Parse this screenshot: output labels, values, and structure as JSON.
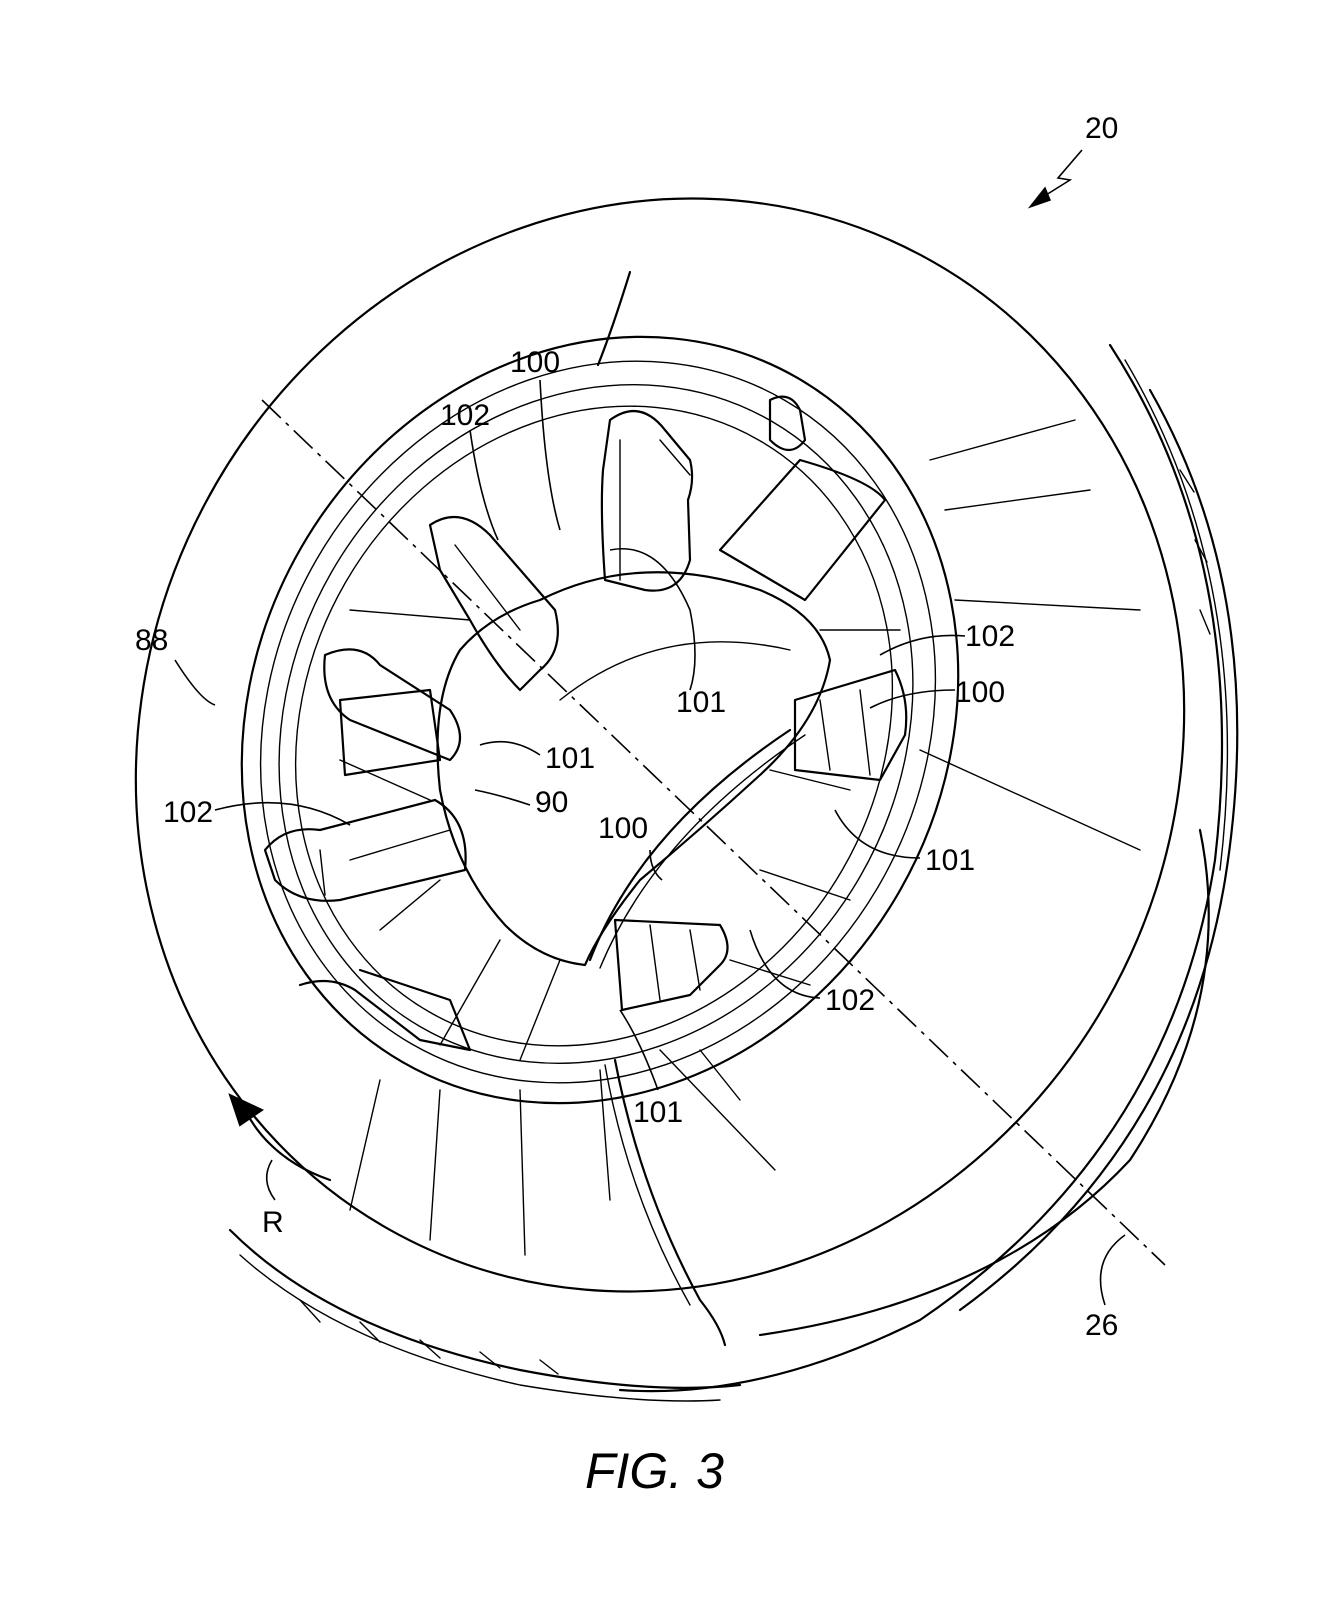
{
  "figure": {
    "caption": "FIG. 3"
  },
  "labels": {
    "assembly": "20",
    "flange": "88",
    "hub": "90",
    "shaft": "26",
    "rotation": "R",
    "slot_a1": "100",
    "slot_a2": "100",
    "slot_a3": "100",
    "tooth_b1": "101",
    "tooth_b2": "101",
    "tooth_b3": "101",
    "tooth_b4": "101",
    "tab_c1": "102",
    "tab_c2": "102",
    "tab_c3": "102",
    "tab_c4": "102"
  }
}
